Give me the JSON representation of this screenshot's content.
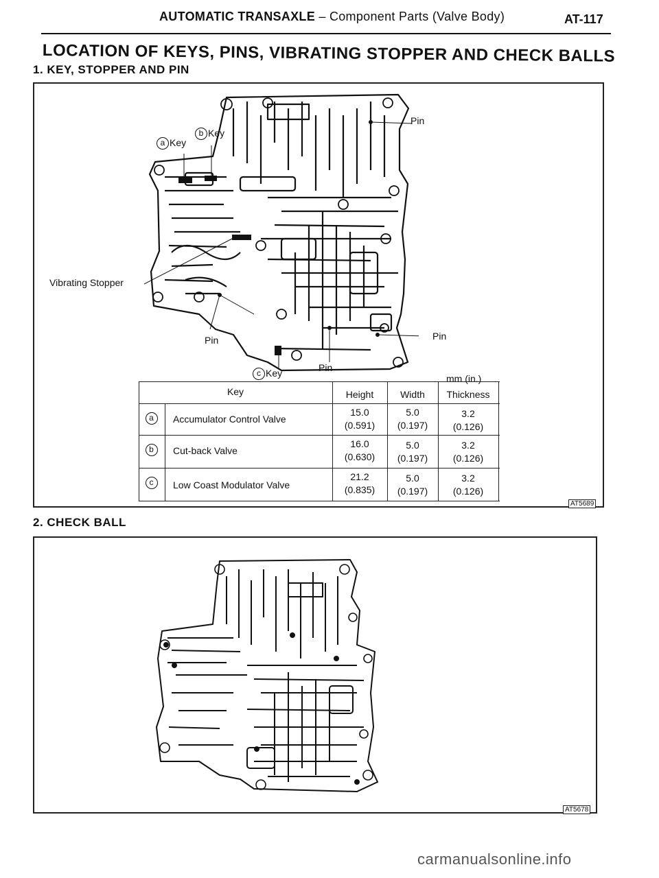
{
  "header": {
    "running_title_bold": "AUTOMATIC TRANSAXLE",
    "running_title_rest": " – Component Parts (Valve Body)",
    "page_number": "AT-117"
  },
  "title": "LOCATION OF KEYS, PINS, VIBRATING STOPPER AND CHECK BALLS",
  "section1": {
    "heading": "1.   KEY, STOPPER AND PIN",
    "figure_id": "AT5689",
    "callouts": {
      "pin_top": "Pin",
      "key_a_letter": "a",
      "key_a": "Key",
      "key_b_letter": "b",
      "key_b": "Key",
      "vibrating_stopper": "Vibrating Stopper",
      "pin_left": "Pin",
      "pin_right": "Pin",
      "pin_bottom": "Pin",
      "key_c_letter": "c",
      "key_c": "Key"
    },
    "units_note": "mm (in.)",
    "table": {
      "headers": [
        "Key",
        "Height",
        "Width",
        "Thickness"
      ],
      "rows": [
        {
          "mark": "a",
          "name": "Accumulator Control Valve",
          "height": "15.0",
          "height_in": "(0.591)",
          "width": "5.0",
          "width_in": "(0.197)",
          "thickness": "3.2",
          "thickness_in": "(0.126)"
        },
        {
          "mark": "b",
          "name": "Cut-back Valve",
          "height": "16.0",
          "height_in": "(0.630)",
          "width": "5.0",
          "width_in": "(0.197)",
          "thickness": "3.2",
          "thickness_in": "(0.126)"
        },
        {
          "mark": "c",
          "name": "Low Coast Modulator Valve",
          "height": "21.2",
          "height_in": "(0.835)",
          "width": "5.0",
          "width_in": "(0.197)",
          "thickness": "3.2",
          "thickness_in": "(0.126)"
        }
      ]
    }
  },
  "section2": {
    "heading": "2.   CHECK BALL",
    "figure_id": "AT5678"
  },
  "watermark": "carmanualsonline.info",
  "colors": {
    "ink": "#111111",
    "paper": "#ffffff"
  }
}
